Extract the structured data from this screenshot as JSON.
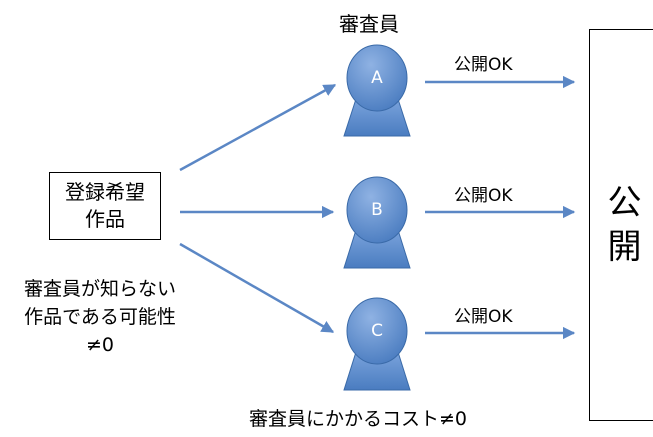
{
  "reviewers_title": "審査員",
  "entry": {
    "line1": "登録希望",
    "line2": "作品"
  },
  "public_block": {
    "char1": "公",
    "char2": "開"
  },
  "reviewers": [
    {
      "letter": "A",
      "result": "公開OK"
    },
    {
      "letter": "B",
      "result": "公開OK"
    },
    {
      "letter": "C",
      "result": "公開OK"
    }
  ],
  "unknown_note": {
    "line1": "審査員が知らない",
    "line2": "作品である可能性",
    "line3": "≠0"
  },
  "cost_note": "審査員にかかるコスト≠0",
  "colors": {
    "arrow": "#5b87c5",
    "reviewer_fill": "#4f81bd",
    "reviewer_light": "#7da5dc",
    "reviewer_stroke": "#3a6aa8"
  }
}
